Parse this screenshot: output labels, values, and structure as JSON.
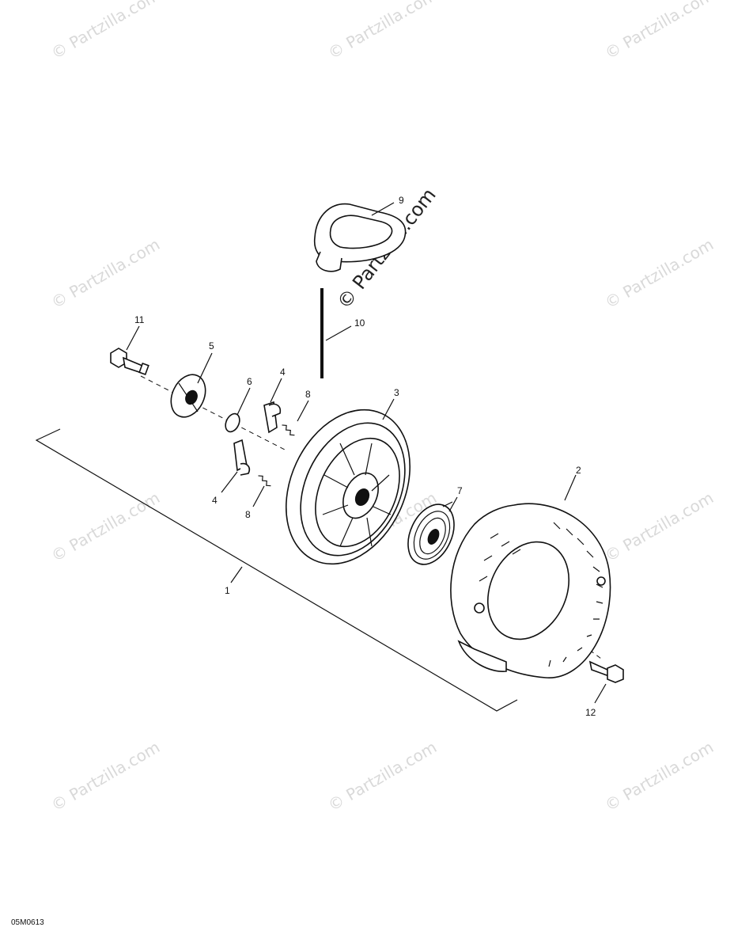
{
  "watermark": {
    "text": "© Partzilla.com",
    "center_text": "© Partzilla.com"
  },
  "diagram_code": "05M0613",
  "callouts": {
    "c1": "1",
    "c2": "2",
    "c3": "3",
    "c4a": "4",
    "c4b": "4",
    "c5": "5",
    "c6": "6",
    "c7": "7",
    "c8a": "8",
    "c8b": "8",
    "c9": "9",
    "c10": "10",
    "c11": "11",
    "c12": "12"
  }
}
